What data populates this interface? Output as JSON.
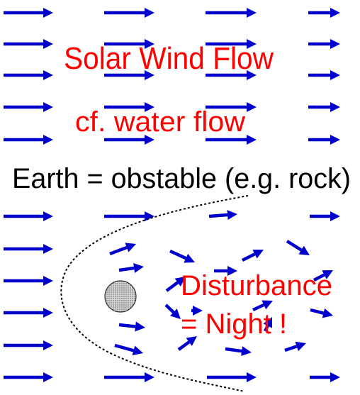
{
  "texts": {
    "title": "Solar Wind Flow",
    "subtitle": "cf. water flow",
    "earth_note": "Earth = obstable (e.g. rock)",
    "disturbance": "Disturbance",
    "night": "= Night !"
  },
  "colors": {
    "arrow": "#0000cc",
    "red_text": "#ff0000",
    "black_text": "#000000",
    "earth_fill": "#c8c8c8"
  }
}
